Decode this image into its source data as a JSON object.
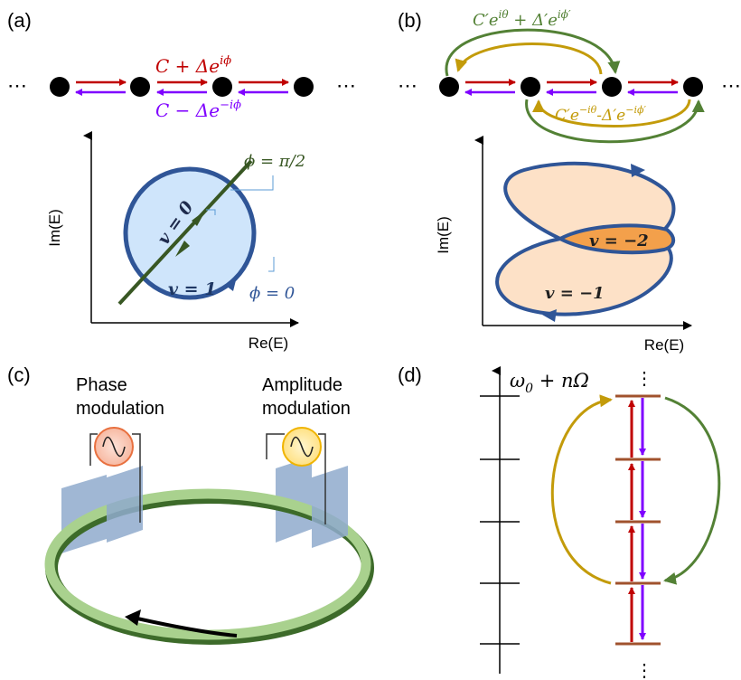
{
  "panel_a": {
    "label": "(a)",
    "ellipsis": "⋯",
    "hop_forward": "C + Δe",
    "hop_forward_exp": "iϕ",
    "hop_backward": "C − Δe",
    "hop_backward_exp": "−iϕ",
    "axis_y": "Im(E)",
    "axis_x": "Re(E)",
    "phi_line": "ϕ = π/2",
    "phi_circle": "ϕ = 0",
    "winding_inner": "v = 0",
    "winding_outer": "v = 1"
  },
  "panel_b": {
    "label": "(b)",
    "ellipsis": "⋯",
    "top_arc": "C′e",
    "top_arc_exp1": "iθ",
    "top_arc_mid": " + Δ′e",
    "top_arc_exp2": "iϕ′",
    "bottom_arc": "C′e",
    "bottom_arc_exp1": "−iθ",
    "bottom_arc_mid": "-Δ′e",
    "bottom_arc_exp2": "−iϕ′",
    "axis_y": "Im(E)",
    "axis_x": "Re(E)",
    "winding_inner": "v = −2",
    "winding_outer": "v = −1"
  },
  "panel_c": {
    "label": "(c)",
    "phase_mod_line1": "Phase",
    "phase_mod_line2": "modulation",
    "amp_mod_line1": "Amplitude",
    "amp_mod_line2": "modulation"
  },
  "panel_d": {
    "label": "(d)",
    "axis_label": "ω",
    "axis_sub": "0",
    "axis_rest": " + nΩ",
    "ellipsis": "⋮"
  },
  "colors": {
    "red": "#c00000",
    "purple": "#7f00ff",
    "green": "#538135",
    "gold": "#c39b0a",
    "blue": "#2f5597",
    "light_blue": "#cfe5fb",
    "peach": "#fde1c7",
    "orange": "#f3a04b",
    "brown": "#a0522d",
    "ring": "#a9d18e"
  }
}
